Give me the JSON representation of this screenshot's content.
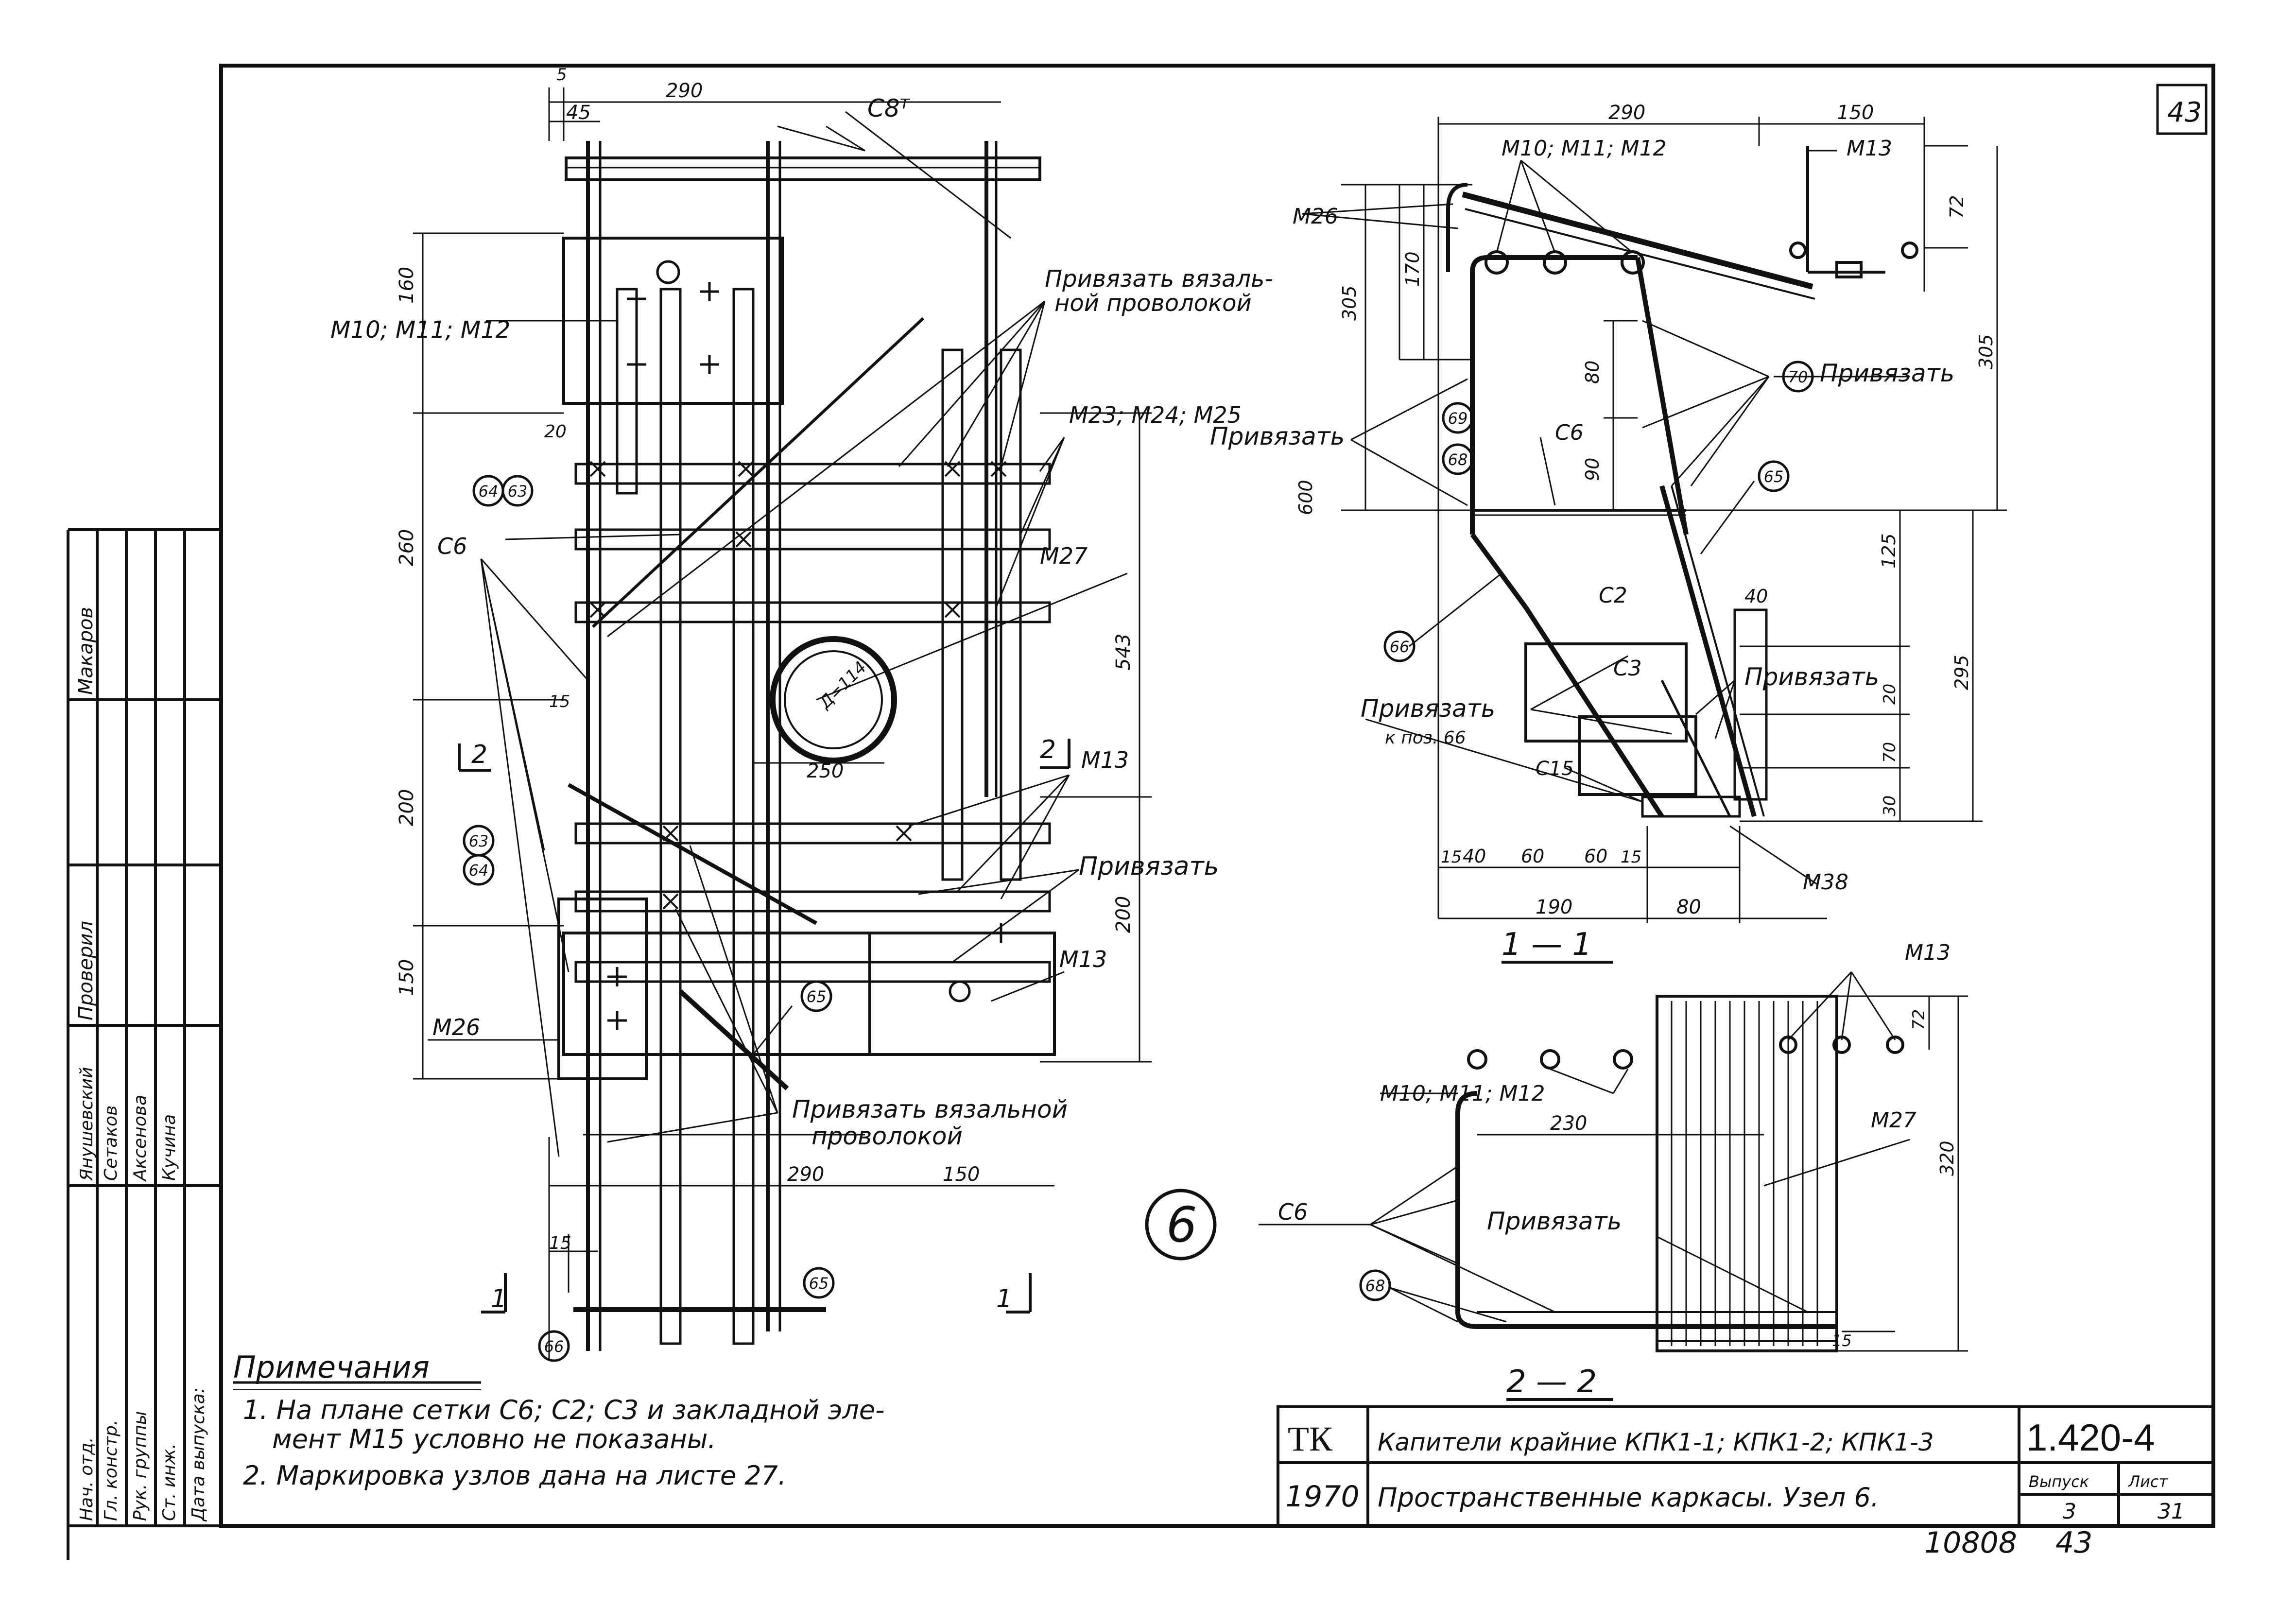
{
  "sheet": {
    "corner_page": "43",
    "node_number": "6"
  },
  "plan": {
    "dim_top_5": "5",
    "dim_top_45": "45",
    "dim_top_290": "290",
    "dim_left_160": "160",
    "dim_left_260": "260",
    "dim_left_200": "200",
    "dim_left_150": "150",
    "dim_20": "20",
    "dim_right_543": "543",
    "dim_right_200": "200",
    "dim_bottom_290": "290",
    "dim_bottom_150": "150",
    "dim_15": "15",
    "dim_15b": "15",
    "dim_250": "250",
    "pipe_label": "Д=114",
    "lbl_c8t": "С8ᵀ",
    "lbl_m10": "М10; М11; М12",
    "lbl_tie_wire_1": "Привязать вязаль-",
    "lbl_tie_wire_2": "ной проволокой",
    "lbl_m23": "М23; М24; М25",
    "lbl_m27": "М27",
    "lbl_c6": "С6",
    "lbl_m13_a": "М13",
    "lbl_tie": "Привязать",
    "lbl_m13_b": "М13",
    "lbl_m26": "М26",
    "lbl_tie_wire_3": "Привязать вязальной",
    "lbl_tie_wire_4": "проволокой",
    "sec_2_left": "2",
    "sec_2_right": "2",
    "sec_1_left": "1",
    "sec_1_right": "1",
    "bubbles": {
      "b64a": "64",
      "b63a": "63",
      "b63b": "63",
      "b64b": "64",
      "b65": "65",
      "b65b": "65",
      "b66": "66"
    }
  },
  "section11": {
    "title": "1 — 1",
    "dim_290": "290",
    "dim_150": "150",
    "dim_72": "72",
    "dim_305_l": "305",
    "dim_170": "170",
    "dim_305_r": "305",
    "dim_80": "80",
    "dim_90": "90",
    "dim_600": "600",
    "dim_125": "125",
    "dim_295": "295",
    "dim_40": "40",
    "dim_20": "20",
    "dim_70": "70",
    "dim_30": "30",
    "dim_bot_15": "15",
    "dim_bot_40": "40",
    "dim_bot_60a": "60",
    "dim_bot_60b": "60",
    "dim_bot_15b": "15",
    "dim_190": "190",
    "dim_80b": "80",
    "lbl_m10": "М10; М11; М12",
    "lbl_m13": "М13",
    "lbl_m26": "М26",
    "lbl_tie_a": "Привязать",
    "lbl_tie_b": "Привязать",
    "lbl_c6": "С6",
    "lbl_c2": "С2",
    "lbl_c3": "С3",
    "lbl_c15": "С15",
    "lbl_tie_c": "Привязать",
    "lbl_tie_d": "Привязать",
    "lbl_to66": "к поз. 66",
    "lbl_m38": "М38",
    "bubbles": {
      "b69": "69",
      "b68": "68",
      "b70": "70",
      "b65": "65",
      "b66": "66"
    }
  },
  "section22": {
    "title": "2 — 2",
    "lbl_m13": "М13",
    "dim_72": "72",
    "lbl_m10": "М10; М11; М12",
    "dim_230": "230",
    "lbl_m27": "М27",
    "dim_320": "320",
    "lbl_c6": "С6",
    "lbl_tie": "Привязать",
    "dim_15": "15",
    "bubbles": {
      "b68": "68"
    }
  },
  "notes": {
    "heading": "Примечания",
    "line1": "1. На плане сетки С6; С2; С3 и закладной эле-",
    "line2": "мент   М15  условно   не   показаны.",
    "line3": "2. Маркировка   узлов   дана   на   листе  27."
  },
  "signatures": {
    "roles": [
      "Нач. отд.",
      "Гл. констр.",
      "Рук. группы",
      "Ст. инж."
    ],
    "names": [
      "Янушевский",
      "Сетаков",
      "Аксенова",
      "Кучина"
    ],
    "col_header_checked": "Проверил",
    "checked_name": "Макаров",
    "issue_date": "Дата выпуска:"
  },
  "title_block": {
    "org": "ТК",
    "year": "1970",
    "line1": "Капители крайние КПК1-1; КПК1-2; КПК1-3",
    "line2": "Пространственные каркасы.  Узел 6.",
    "code": "1.420-4",
    "issue_label": "Выпуск",
    "issue_value": "3",
    "sheet_label": "Лист",
    "sheet_value": "31",
    "inv_number": "10808",
    "page_number": "43"
  }
}
